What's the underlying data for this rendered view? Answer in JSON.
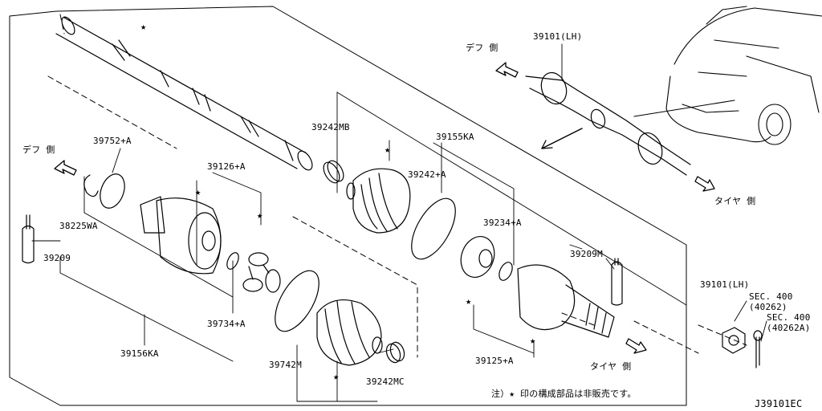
{
  "diagram_code": "J39101EC",
  "note": "注）★ 印の構成部品は非販売です。",
  "directions": {
    "diff_side_left": "デフ 側",
    "diff_side_top": "デフ 側",
    "tire_side_bottom": "タイヤ 側",
    "tire_side_right": "タイヤ 側"
  },
  "parts": {
    "p39101_lh_top": "39101(LH)",
    "p39242mb": "39242MB",
    "p39155ka": "39155KA",
    "p39752a": "39752+A",
    "p39126a": "39126+A",
    "p39242a": "39242+A",
    "p39234a": "39234+A",
    "p38225wa": "38225WA",
    "p39209": "39209",
    "p39209m": "39209M",
    "p39101_lh_right": "39101(LH)",
    "sec400_a": "SEC. 400",
    "ref40262": "(40262)",
    "sec400_b": "SEC. 400",
    "ref40262a": "(40262A)",
    "p39734a": "39734+A",
    "p39156ka": "39156KA",
    "p39742m": "39742M",
    "p39242mc": "39242MC",
    "p39125a": "39125+A"
  },
  "legend_symbol": "★",
  "icons": [
    "arrow-icon",
    "shaft-icon",
    "boot-icon",
    "clamp-icon",
    "grease-tube-icon",
    "car-icon",
    "nut-icon",
    "cotter-pin-icon"
  ]
}
